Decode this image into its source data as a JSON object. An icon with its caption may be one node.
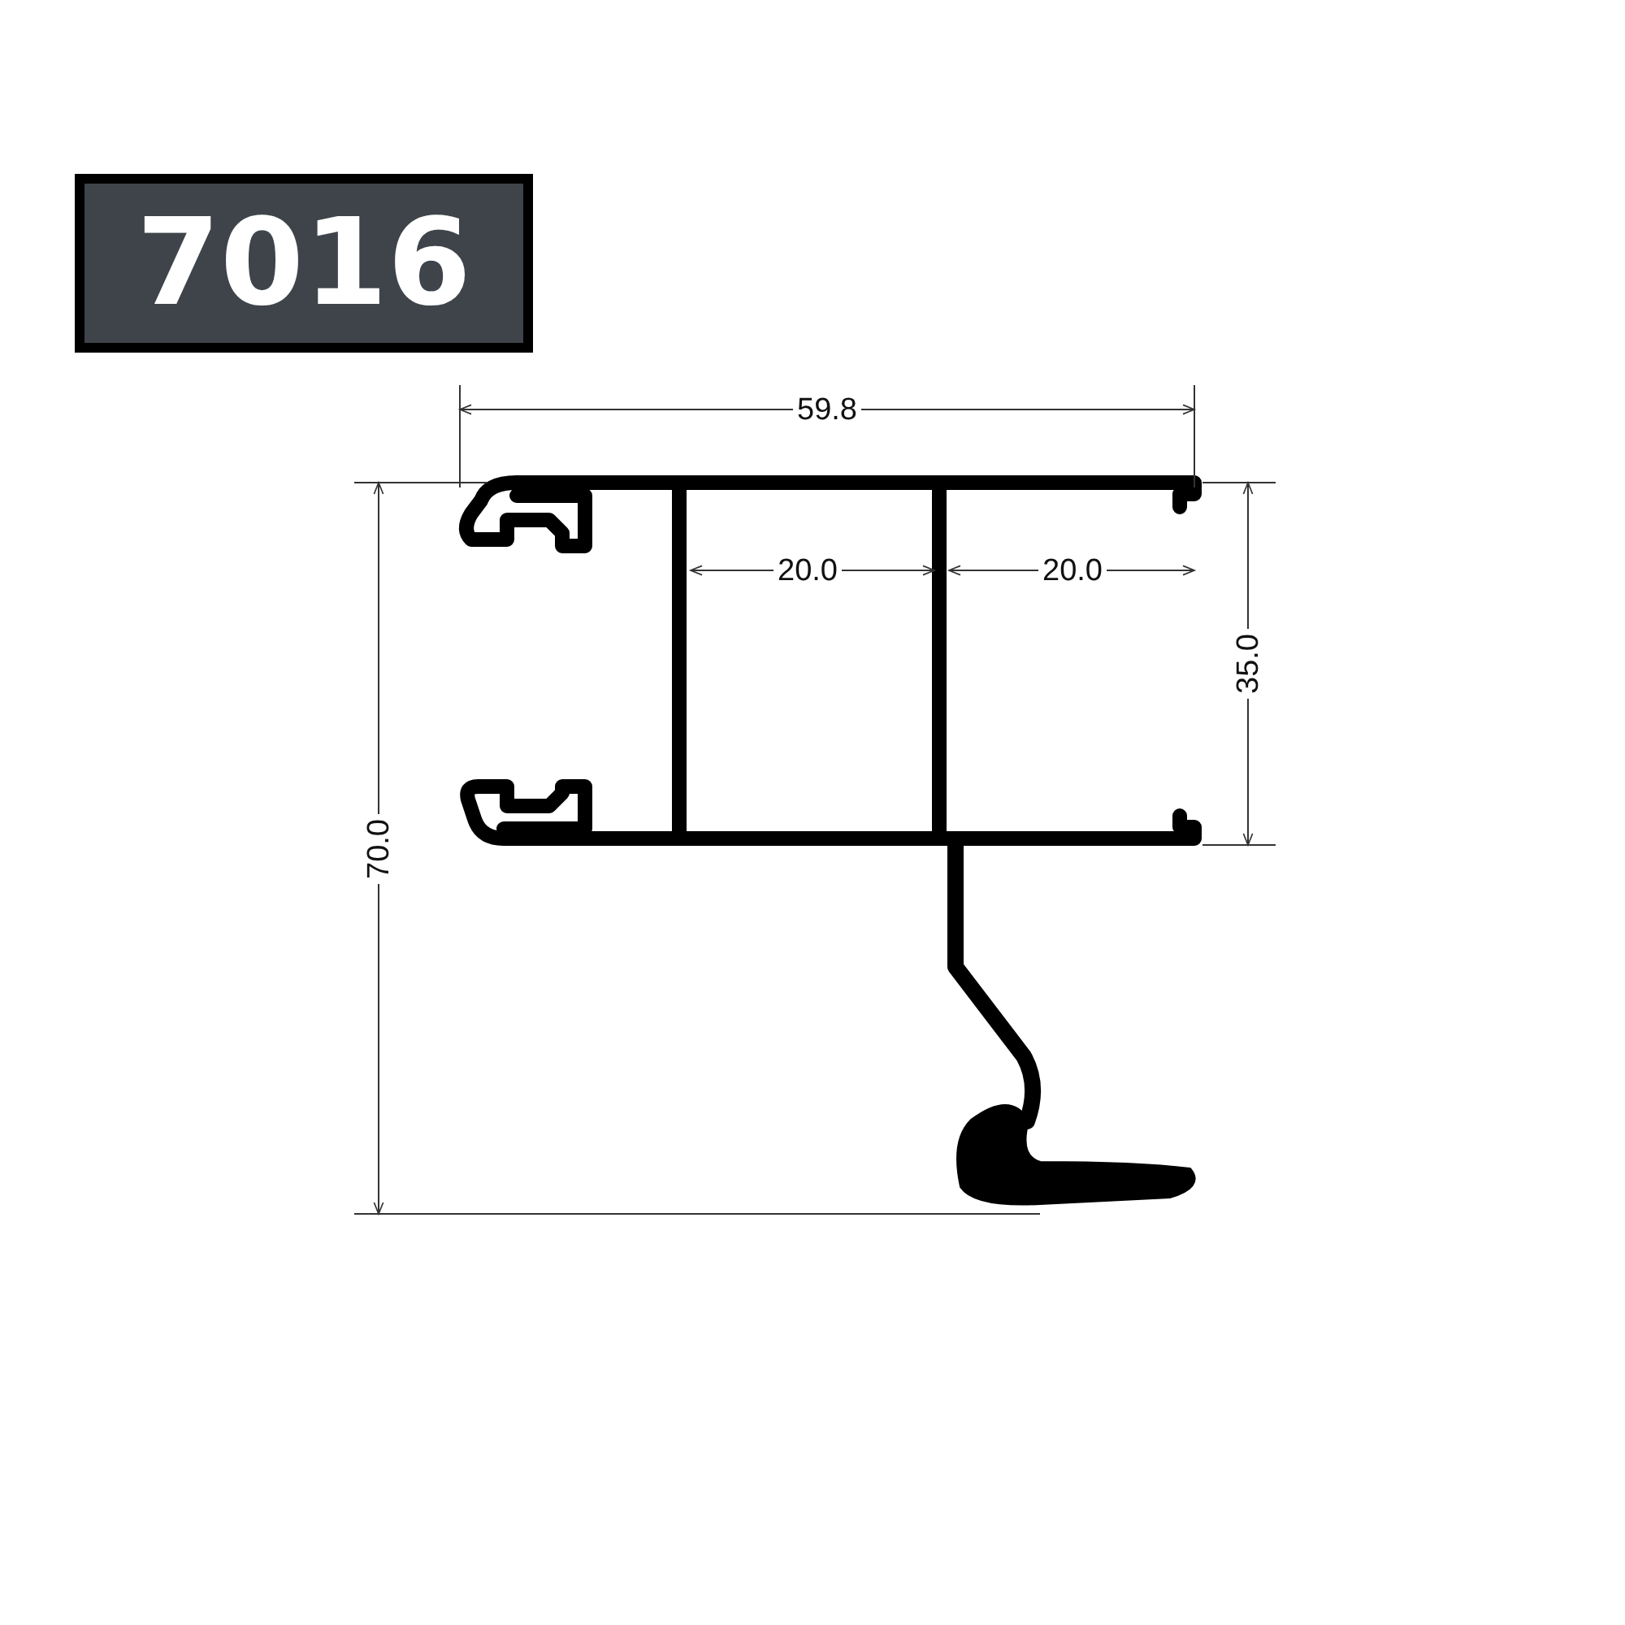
{
  "diagram": {
    "title": "7016",
    "labels": [
      "59.8",
      "20.0",
      "20.0",
      "35.0",
      "70.0"
    ]
  }
}
